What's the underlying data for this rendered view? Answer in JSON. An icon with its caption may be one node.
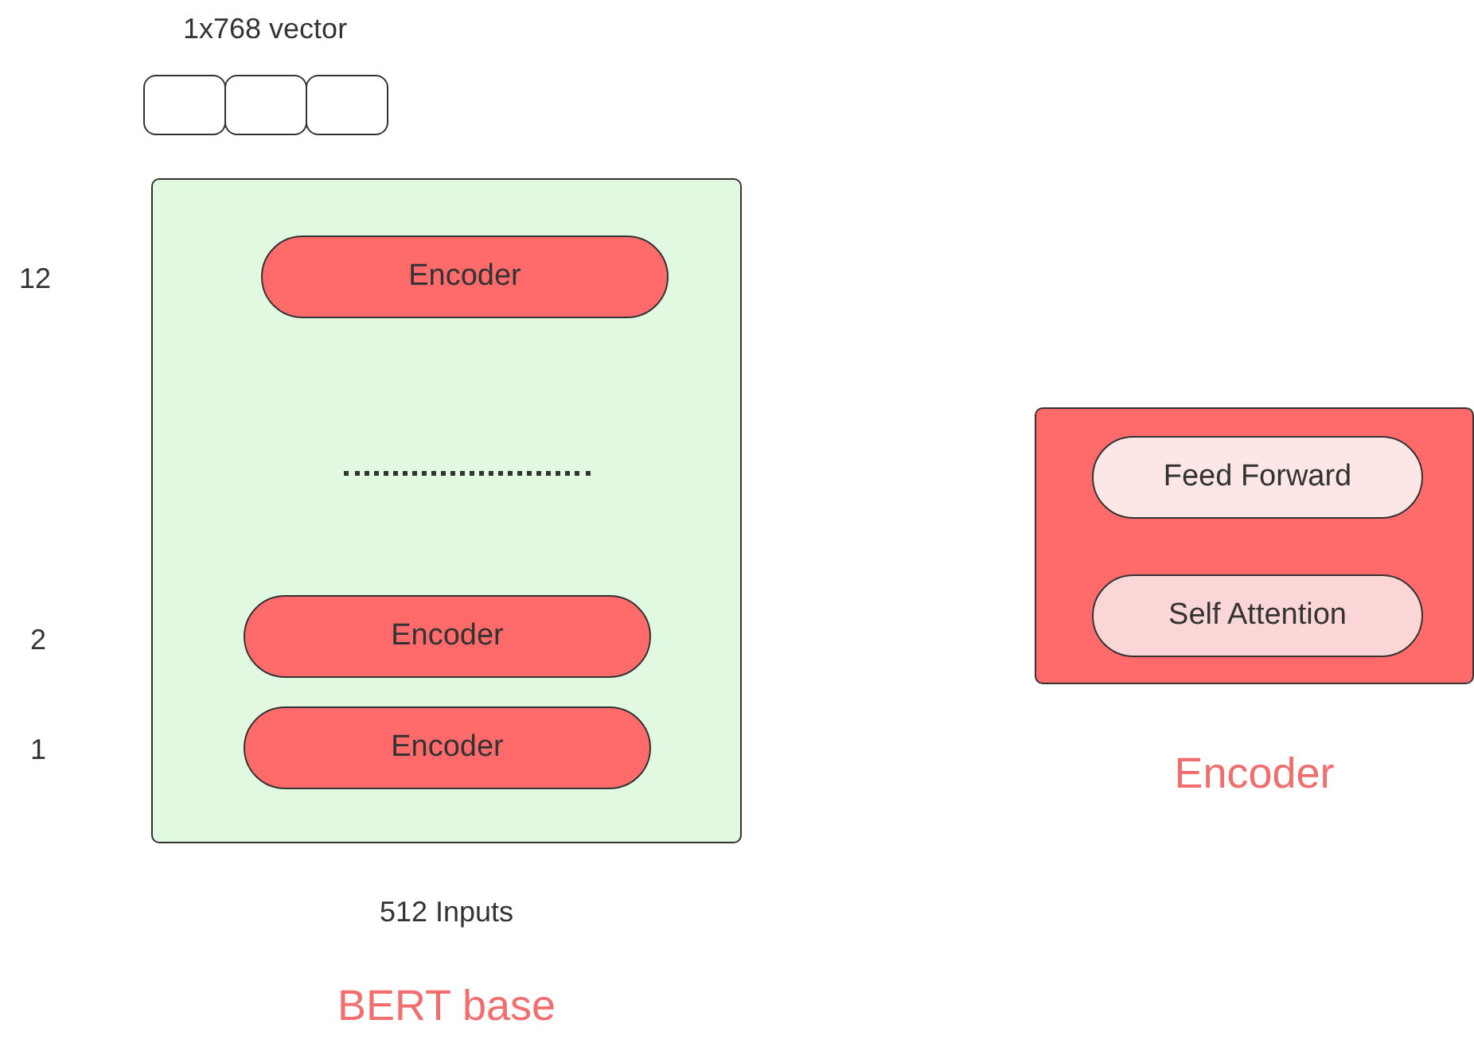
{
  "diagram": {
    "nodes": [
      {
        "text": [],
        "shape": "box"
      },
      {
        "text": [],
        "shape": "box"
      },
      {
        "text": [],
        "shape": "box"
      },
      {
        "text": [
          "BERT base"
        ],
        "beside": [
          "512 Inputs"
        ]
      },
      {
        "text": [
          "Encoder"
        ],
        "in": 3
      },
      {
        "text": [
          "Encoder"
        ],
        "in": 3
      },
      {
        "text": [
          "Encoder"
        ],
        "in": 3
      },
      {
        "text": [
          "Encoder"
        ]
      },
      {
        "text": [
          "Feed Forward"
        ],
        "in": 7
      },
      {
        "text": [
          "Self Attention"
        ],
        "in": 7
      }
    ],
    "edges": [],
    "labels": [
      "1x768 vector",
      "12",
      "2",
      "1"
    ]
  }
}
